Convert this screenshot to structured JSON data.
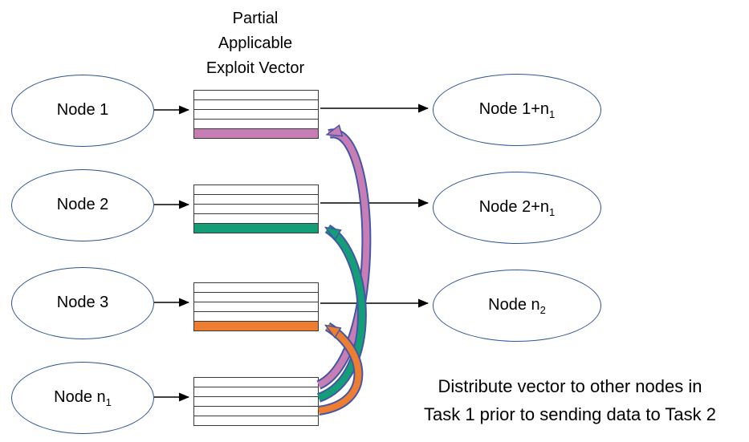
{
  "title": {
    "line1": "Partial",
    "line2": "Applicable",
    "line3": "Exploit Vector"
  },
  "left_nodes": [
    {
      "text": "Node 1",
      "sub": ""
    },
    {
      "text": "Node 2",
      "sub": ""
    },
    {
      "text": "Node 3",
      "sub": ""
    },
    {
      "text": "Node n",
      "sub": "1"
    }
  ],
  "right_nodes": [
    {
      "text": "Node 1+n",
      "sub": "1"
    },
    {
      "text": "Node 2+n",
      "sub": "1"
    },
    {
      "text": "Node n",
      "sub": "2"
    }
  ],
  "caption": {
    "line1": "Distribute vector to other nodes in",
    "line2": "Task 1 prior to sending data to Task 2"
  },
  "colors": {
    "pink": "#C77EB5",
    "green": "#149E78",
    "orange": "#ED7D31",
    "arrow_outline": "#4456A5",
    "ellipse_border": "#2F5597",
    "arrow_black": "#000000"
  }
}
